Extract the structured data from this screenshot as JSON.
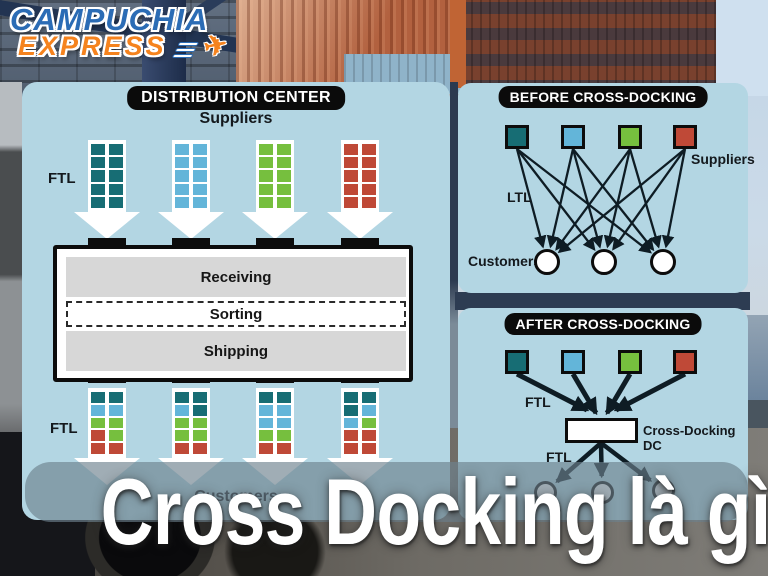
{
  "logo": {
    "line1": "CAMPUCHIA",
    "line2": "EXPRESS",
    "plane_icon": "✈"
  },
  "headline": {
    "text": "Cross Docking là gì?"
  },
  "colors": {
    "panel_bg": "#b3d6e3",
    "badge_bg": "#0b0b0b",
    "logo_blue": "#2b6cb5",
    "logo_orange": "#f5831e",
    "line": "#0e1c24",
    "palette": {
      "t": "#176d74",
      "b": "#63b5d9",
      "g": "#76bf3e",
      "r": "#bf4937"
    }
  },
  "dc_panel": {
    "badge": "DISTRIBUTION CENTER",
    "suppliers_label": "Suppliers",
    "customers_label": "Customers",
    "ftl_top": "FTL",
    "ftl_bottom": "FTL",
    "zones": [
      "Receiving",
      "Sorting",
      "Shipping"
    ],
    "inbound_trucks": [
      [
        "t",
        "t",
        "t",
        "t",
        "t",
        "t",
        "t",
        "t",
        "t",
        "t"
      ],
      [
        "b",
        "b",
        "b",
        "b",
        "b",
        "b",
        "b",
        "b",
        "b",
        "b"
      ],
      [
        "g",
        "g",
        "g",
        "g",
        "g",
        "g",
        "g",
        "g",
        "g",
        "g"
      ],
      [
        "r",
        "r",
        "r",
        "r",
        "r",
        "r",
        "r",
        "r",
        "r",
        "r"
      ]
    ],
    "outbound_trucks": [
      [
        "t",
        "t",
        "b",
        "b",
        "g",
        "g",
        "r",
        "g",
        "r",
        "r"
      ],
      [
        "t",
        "t",
        "b",
        "t",
        "g",
        "g",
        "g",
        "g",
        "r",
        "r"
      ],
      [
        "t",
        "t",
        "b",
        "b",
        "b",
        "b",
        "g",
        "g",
        "r",
        "r"
      ],
      [
        "t",
        "t",
        "t",
        "b",
        "b",
        "g",
        "r",
        "r",
        "r",
        "r"
      ]
    ]
  },
  "before_panel": {
    "badge": "BEFORE CROSS-DOCKING",
    "suppliers_label": "Suppliers",
    "ltl_label": "LTL",
    "customers_label": "Customers",
    "supplier_colors": [
      "t",
      "b",
      "g",
      "r"
    ],
    "customer_count": 3
  },
  "after_panel": {
    "badge": "AFTER CROSS-DOCKING",
    "ftl_top": "FTL",
    "ftl_bottom": "FTL",
    "dc_label": "Cross-Docking DC",
    "supplier_colors": [
      "t",
      "b",
      "g",
      "r"
    ],
    "customer_count": 3
  }
}
